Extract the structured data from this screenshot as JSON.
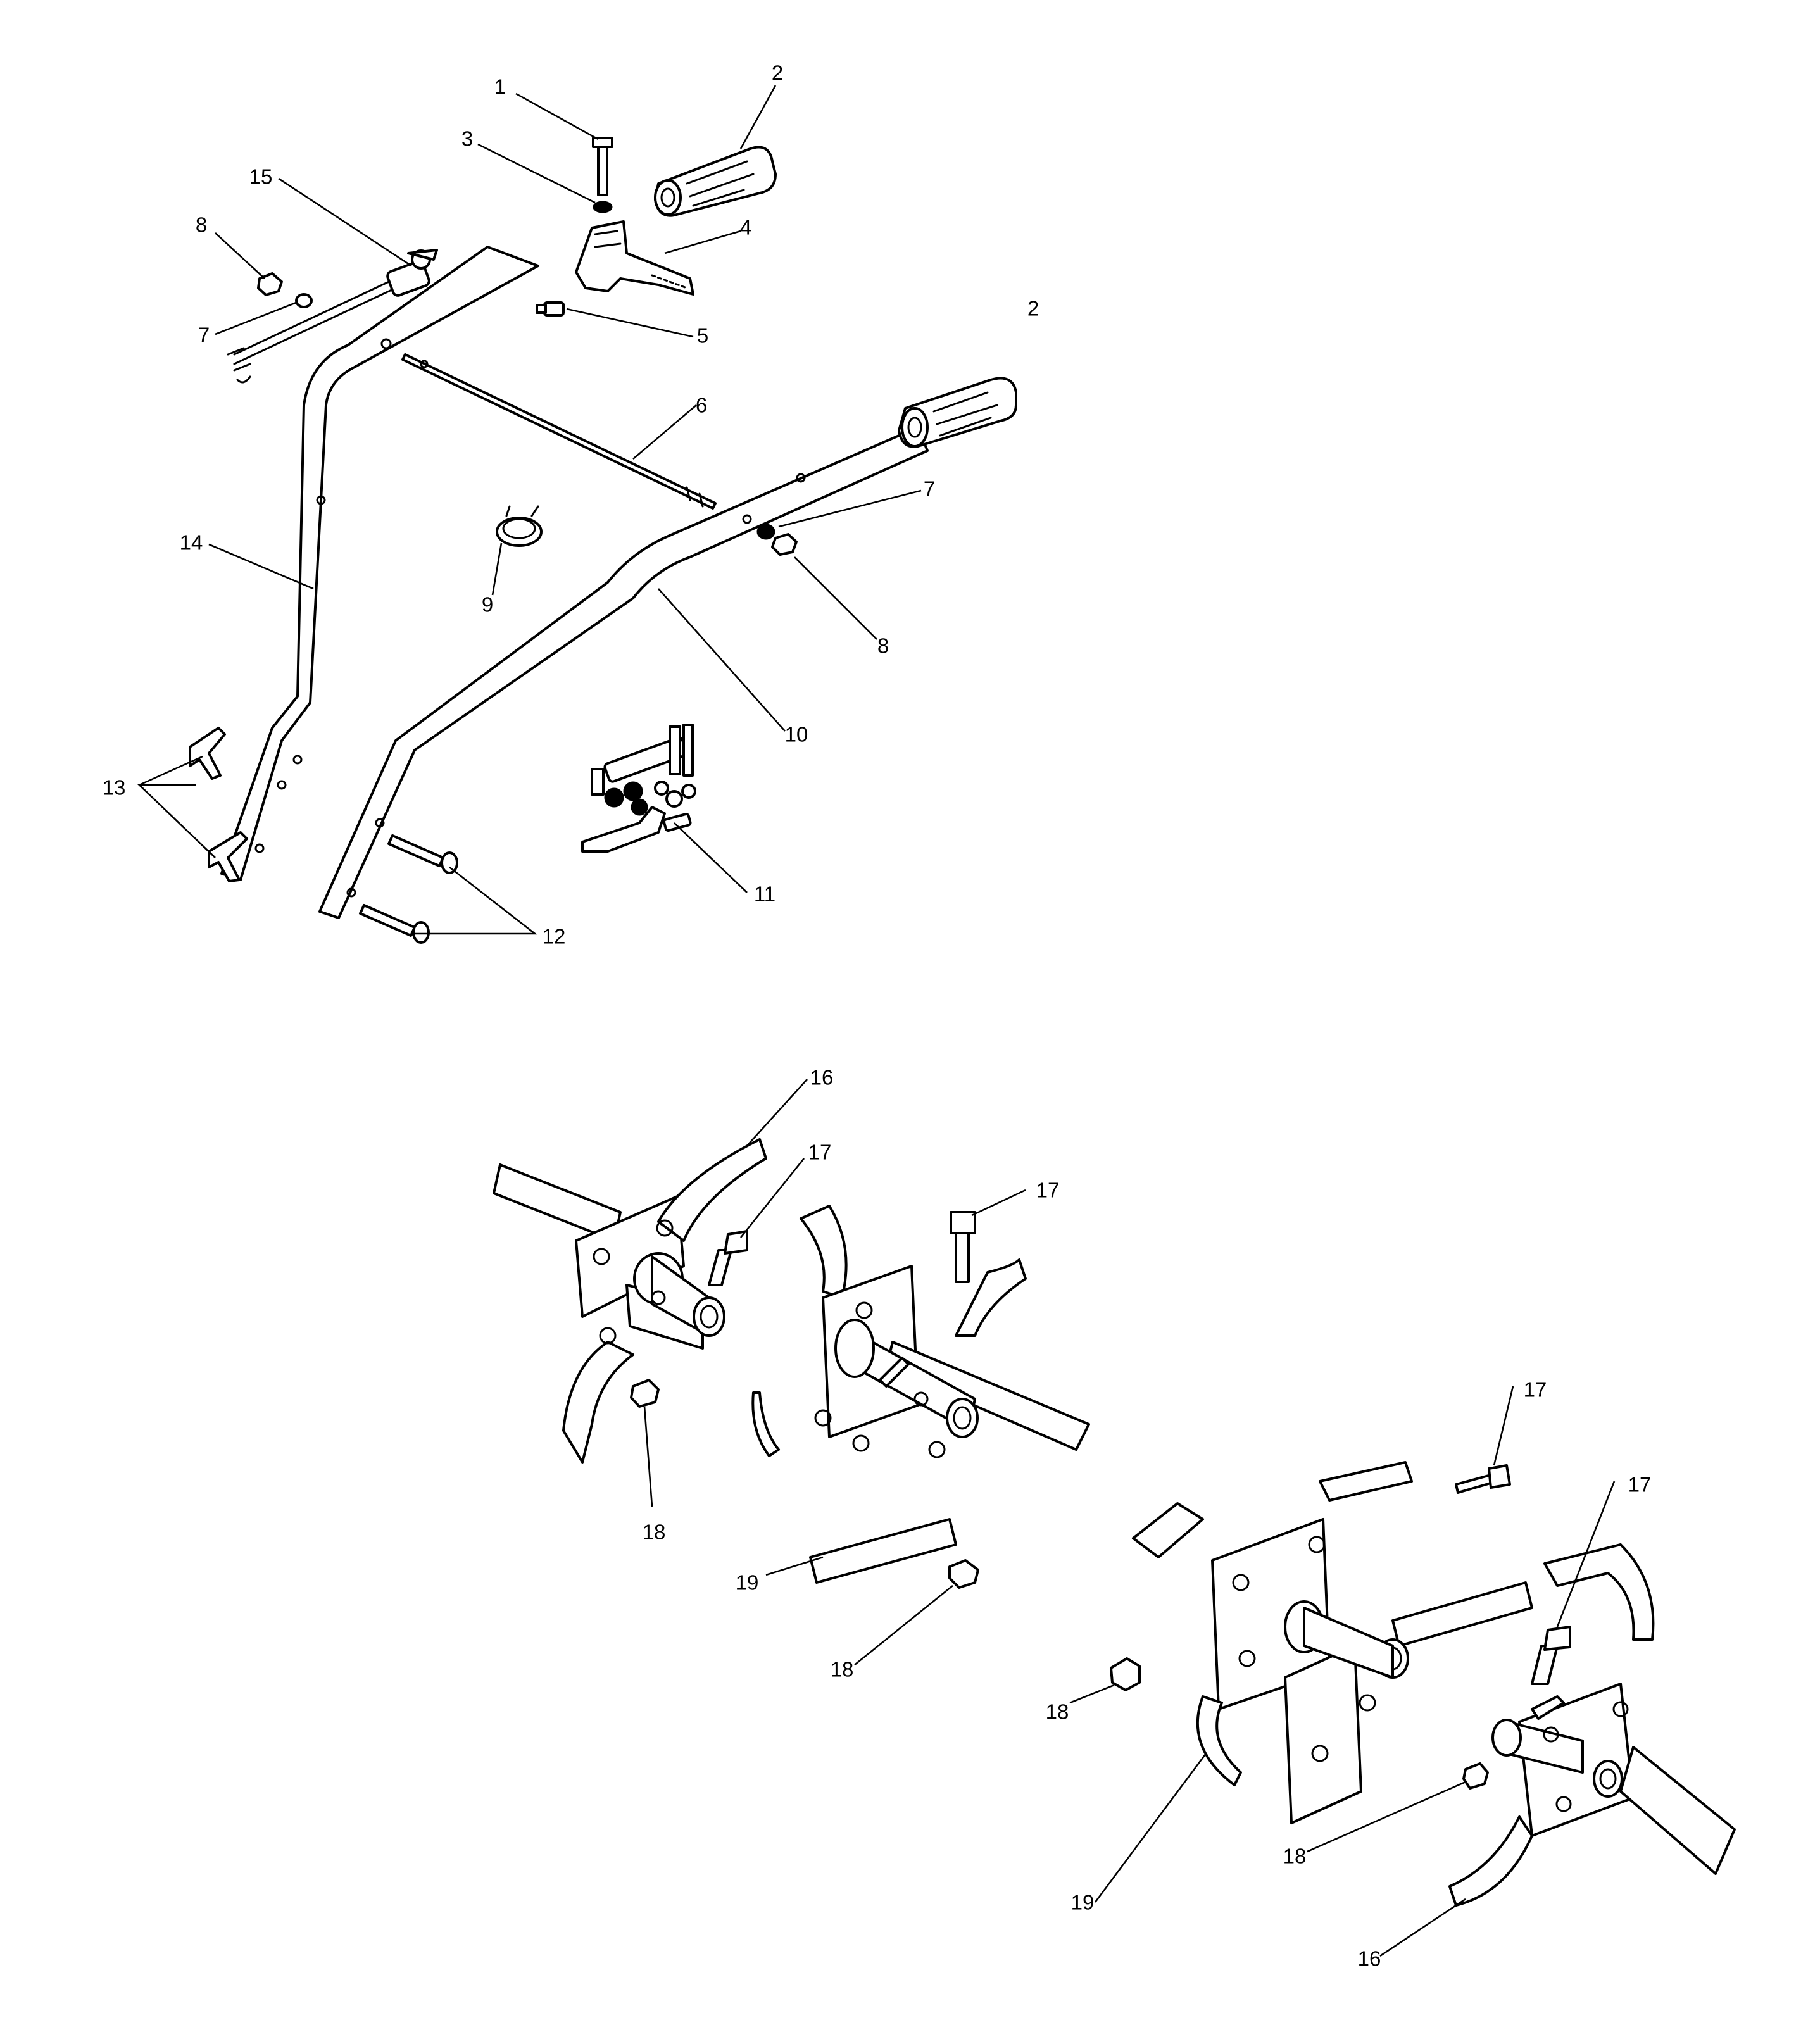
{
  "callouts": {
    "c1": "1",
    "c2a": "2",
    "c2b": "2",
    "c3": "3",
    "c4": "4",
    "c5": "5",
    "c6": "6",
    "c7a": "7",
    "c7b": "7",
    "c8a": "8",
    "c8b": "8",
    "c9": "9",
    "c10": "10",
    "c11": "11",
    "c12": "12",
    "c13": "13",
    "c14": "14",
    "c15": "15",
    "c16a": "16",
    "c16b": "16",
    "c17a": "17",
    "c17b": "17",
    "c17c": "17",
    "c17d": "17",
    "c18a": "18",
    "c18b": "18",
    "c18c": "18",
    "c18d": "18",
    "c19a": "19",
    "c19b": "19"
  },
  "style": {
    "line_color": "#000000",
    "background": "#ffffff"
  }
}
